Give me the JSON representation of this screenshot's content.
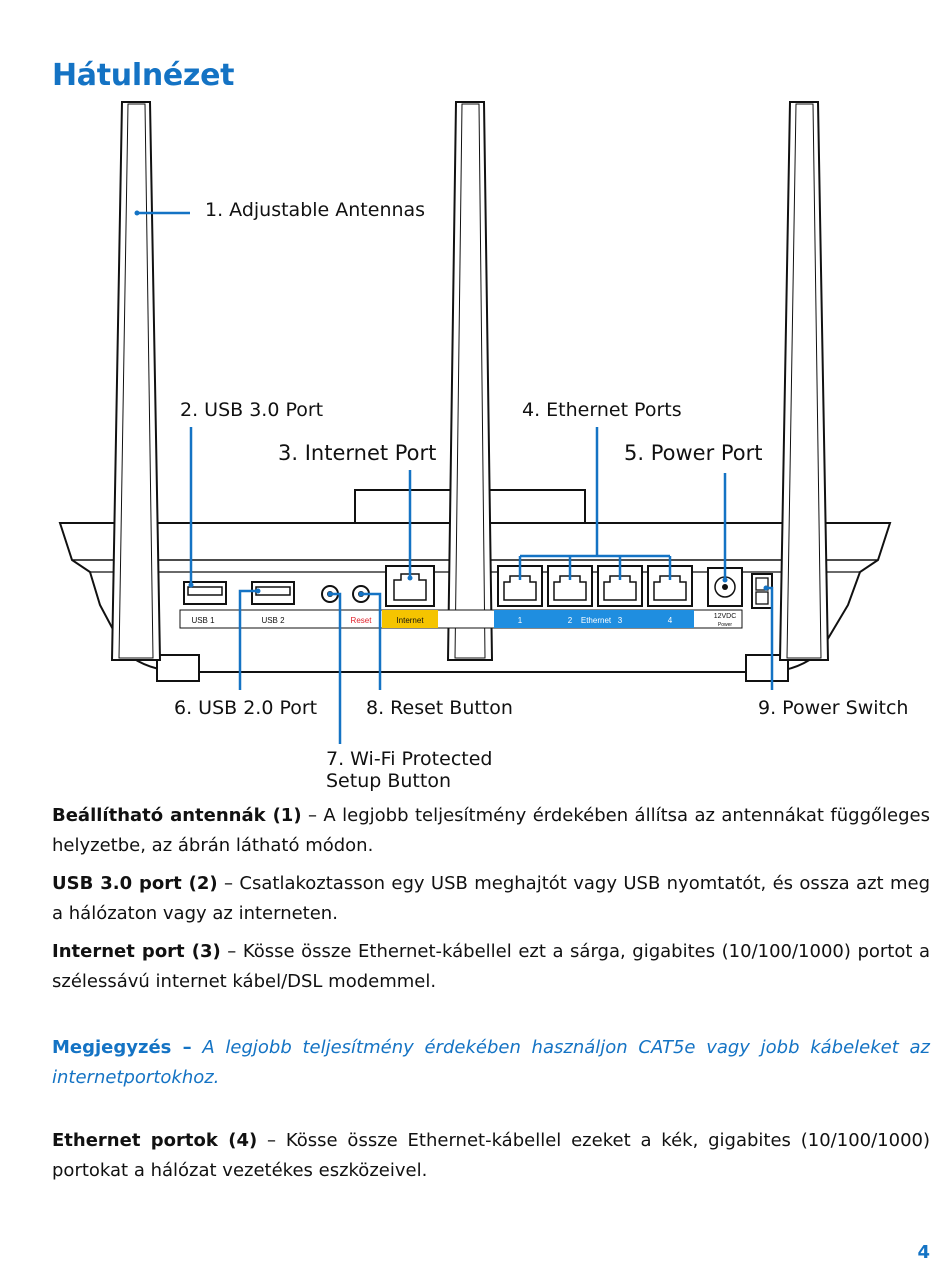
{
  "page": {
    "title": "Hátulnézet",
    "page_number": "4"
  },
  "callouts": {
    "c1": "1. Adjustable Antennas",
    "c2": "2. USB 3.0 Port",
    "c3": "3. Internet Port",
    "c4": "4. Ethernet Ports",
    "c5": "5. Power Port",
    "c6": "6. USB 2.0 Port",
    "c7_line1": "7. Wi-Fi Protected",
    "c7_line2": "Setup Button",
    "c8": "8. Reset Button",
    "c9": "9. Power Switch"
  },
  "router_labels": {
    "usb1": "USB 1",
    "usb2": "USB 2",
    "reset": "Reset",
    "internet": "Internet",
    "eth1": "1",
    "eth2": "2",
    "eth_word": "Ethernet",
    "eth3": "3",
    "eth4": "4",
    "power_v": "12VDC",
    "power_word": "Power"
  },
  "paragraphs": {
    "p1_bold": "Beállítható antennák (1)",
    "p1_text": " – A legjobb teljesítmény érdekében állítsa az antennákat függőleges helyzetbe, az ábrán látható módon.",
    "p2_bold": "USB 3.0 port (2)",
    "p2_text": " – Csatlakoztasson egy USB meghajtót vagy USB nyomtatót, és ossza azt meg a hálózaton vagy az interneten.",
    "p3_bold": "Internet port (3)",
    "p3_text": " – Kösse össze Ethernet-kábellel ezt a sárga, gigabites (10/100/1000) portot a szélessávú internet kábel/DSL modemmel.",
    "note_bold": "Megjegyzés –",
    "note_text": " A legjobb teljesítmény érdekében használjon CAT5e vagy jobb kábeleket az internetportokhoz.",
    "p4_bold": "Ethernet portok (4)",
    "p4_text": " – Kösse össze Ethernet-kábellel ezeket a kék, gigabites (10/100/1000) portokat a hálózat vezetékes eszközeivel."
  },
  "colors": {
    "accent_blue": "#1473c4",
    "internet_yellow": "#f5c400",
    "ethernet_blue": "#1f8ee0",
    "reset_red": "#e0202a"
  }
}
